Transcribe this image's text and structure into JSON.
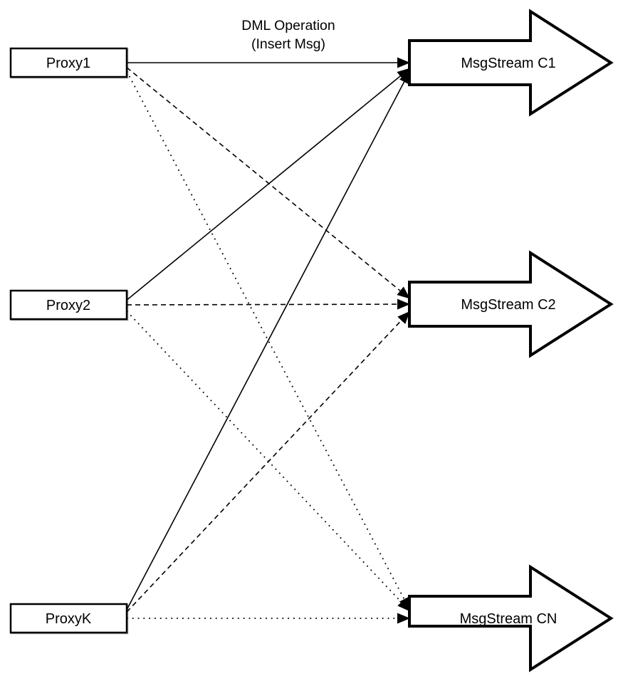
{
  "diagram": {
    "annotation": {
      "line1": "DML Operation",
      "line2": "(Insert Msg)"
    },
    "proxies": [
      {
        "id": "proxy1",
        "label": "Proxy1"
      },
      {
        "id": "proxy2",
        "label": "Proxy2"
      },
      {
        "id": "proxyk",
        "label": "ProxyK"
      }
    ],
    "streams": [
      {
        "id": "c1",
        "label": "MsgStream C1"
      },
      {
        "id": "c2",
        "label": "MsgStream C2"
      },
      {
        "id": "cn",
        "label": "MsgStream CN"
      }
    ],
    "edges": [
      {
        "from": "proxy1",
        "to": "c1",
        "style": "solid"
      },
      {
        "from": "proxy2",
        "to": "c1",
        "style": "solid"
      },
      {
        "from": "proxyk",
        "to": "c1",
        "style": "solid"
      },
      {
        "from": "proxy1",
        "to": "c2",
        "style": "dashed"
      },
      {
        "from": "proxy2",
        "to": "c2",
        "style": "dashed"
      },
      {
        "from": "proxyk",
        "to": "c2",
        "style": "dashed"
      },
      {
        "from": "proxy1",
        "to": "cn",
        "style": "dotted"
      },
      {
        "from": "proxy2",
        "to": "cn",
        "style": "dotted"
      },
      {
        "from": "proxyk",
        "to": "cn",
        "style": "dotted"
      }
    ],
    "colors": {
      "background": "#ffffff",
      "stroke": "#000000",
      "node_fill": "#ffffff"
    }
  }
}
